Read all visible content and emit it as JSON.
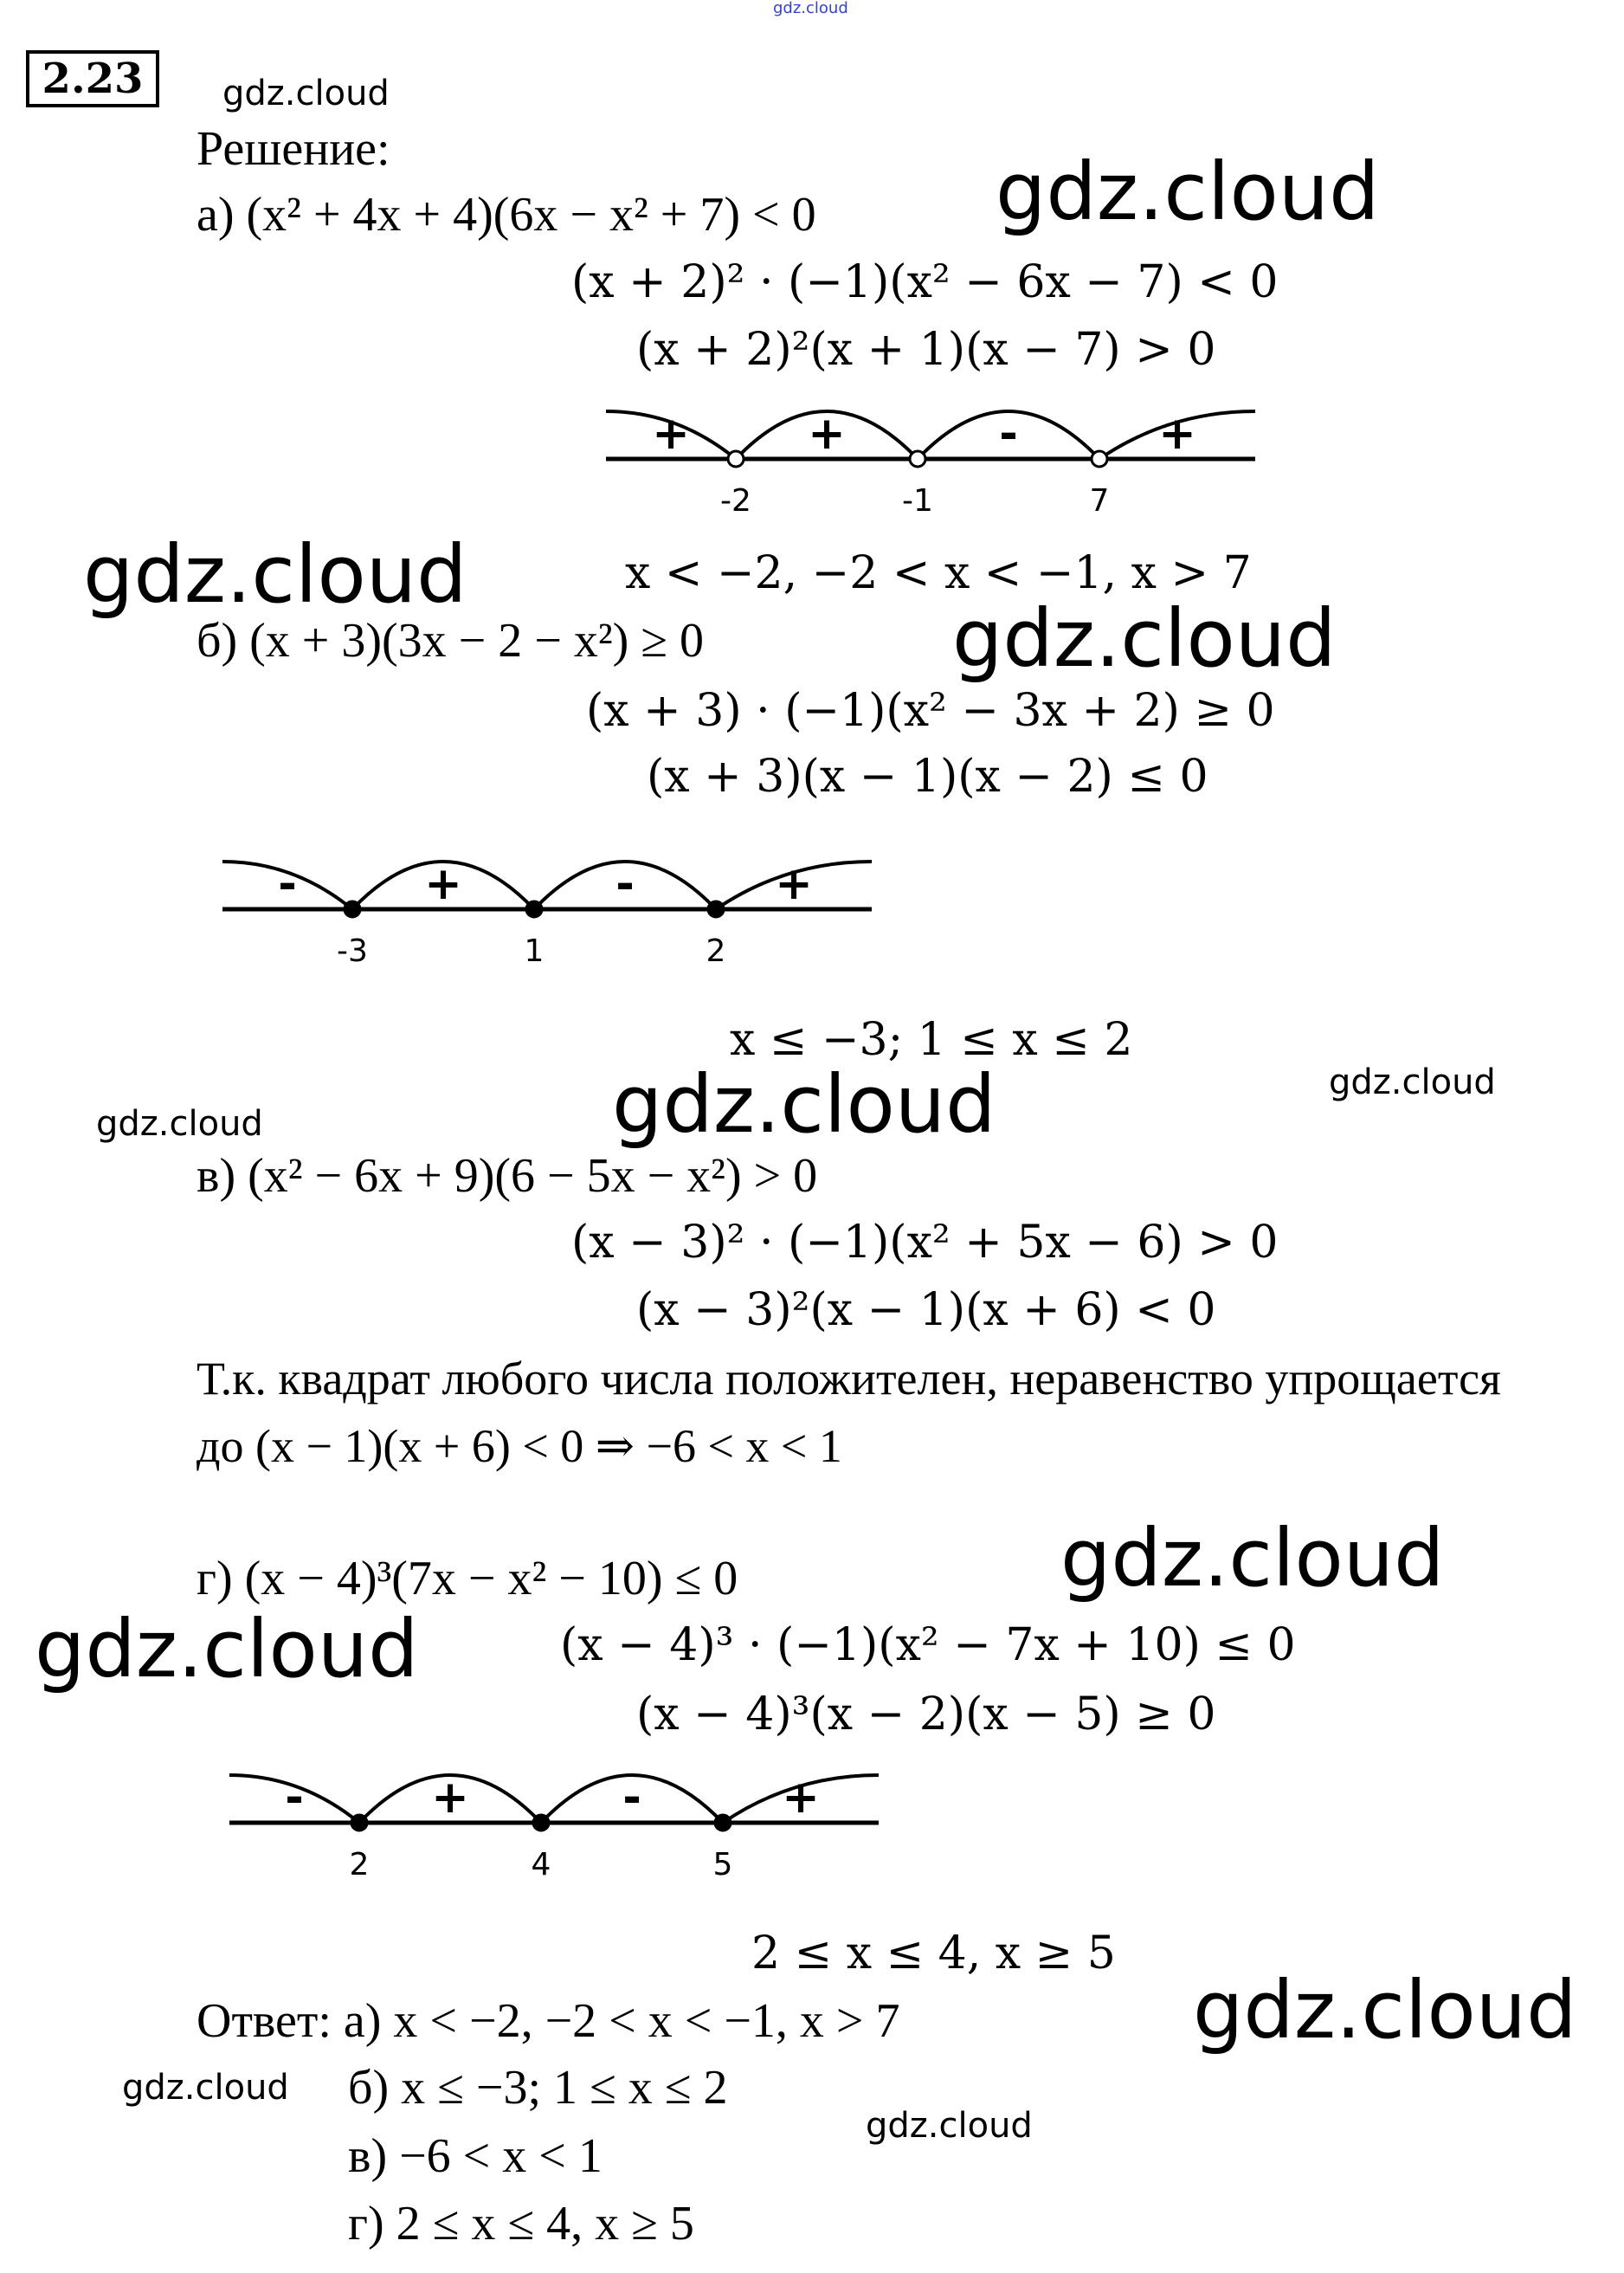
{
  "watermark": "gdz.cloud",
  "problem_number": "2.23",
  "solution_label": "Решение:",
  "part_a": {
    "line1": "а) (x² + 4x + 4)(6x − x² + 7) < 0",
    "line2": "(x + 2)² · (−1)(x² − 6x − 7) < 0",
    "line3": "(x + 2)²(x + 1)(x − 7) > 0",
    "numberline": {
      "points": [
        {
          "label": "-2",
          "filled": false
        },
        {
          "label": "-1",
          "filled": false
        },
        {
          "label": "7",
          "filled": false
        }
      ],
      "signs": [
        "+",
        "+",
        "-",
        "+"
      ]
    },
    "result": "x < −2, −2 < x < −1, x > 7"
  },
  "part_b": {
    "line1": "б) (x + 3)(3x − 2 − x²) ≥ 0",
    "line2": "(x + 3) · (−1)(x² − 3x + 2) ≥ 0",
    "line3": "(x + 3)(x − 1)(x − 2) ≤ 0",
    "numberline": {
      "points": [
        {
          "label": "-3",
          "filled": true
        },
        {
          "label": "1",
          "filled": true
        },
        {
          "label": "2",
          "filled": true
        }
      ],
      "signs": [
        "-",
        "+",
        "-",
        "+"
      ]
    },
    "result": "x ≤ −3; 1 ≤ x ≤ 2"
  },
  "part_v": {
    "line1": "в) (x² − 6x + 9)(6 − 5x − x²) > 0",
    "line2": "(x − 3)² · (−1)(x² + 5x − 6) > 0",
    "line3": "(x − 3)²(x − 1)(x + 6) < 0",
    "note1": "Т.к. квадрат любого числа положителен, неравенство упрощается",
    "note2": "до (x − 1)(x + 6) < 0 ⇒ −6 < x < 1"
  },
  "part_g": {
    "line1": "г) (x − 4)³(7x − x² − 10) ≤ 0",
    "line2": "(x − 4)³ · (−1)(x² − 7x + 10) ≤ 0",
    "line3": "(x − 4)³(x − 2)(x − 5) ≥ 0",
    "numberline": {
      "points": [
        {
          "label": "2",
          "filled": true
        },
        {
          "label": "4",
          "filled": true
        },
        {
          "label": "5",
          "filled": true
        }
      ],
      "signs": [
        "-",
        "+",
        "-",
        "+"
      ]
    },
    "result": "2 ≤ x ≤ 4, x ≥ 5"
  },
  "answer": {
    "a": "Ответ: а) x < −2, −2 < x < −1, x > 7",
    "b": "б) x ≤ −3; 1 ≤ x ≤ 2",
    "v": "в) −6 < x < 1",
    "g": "г) 2 ≤ x ≤ 4, x ≥ 5"
  }
}
